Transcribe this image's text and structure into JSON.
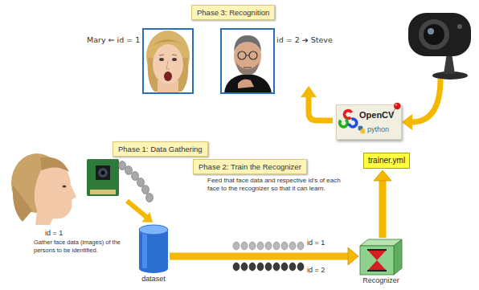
{
  "diagram": {
    "nodes": [
      {
        "text": [
          "Phase 3: Recognition"
        ]
      },
      {
        "text": [
          "OpenCV",
          "python"
        ]
      },
      {
        "text": [
          "Phase 1: Data Gathering"
        ]
      },
      {
        "text": [
          "Phase 2: Train the Recognizer"
        ]
      },
      {
        "text": [
          "trainer.yml"
        ]
      },
      {
        "text": [
          "dataset"
        ]
      },
      {
        "text": [
          "Recognizer"
        ]
      }
    ],
    "edges": [
      {
        "from": 5,
        "to": 6,
        "arrow": "to"
      },
      {
        "from": 6,
        "to": 4,
        "arrow": "to"
      }
    ],
    "labels": [
      "Mary ⇐ id = 1",
      "id = 2 ➔ Steve",
      "id = 1",
      "Gather face data (images) of the persons to be identified.",
      "Feed that face data and respective id's of each face to the recognizer so that it can learn.",
      "id = 1",
      "id = 2"
    ]
  }
}
